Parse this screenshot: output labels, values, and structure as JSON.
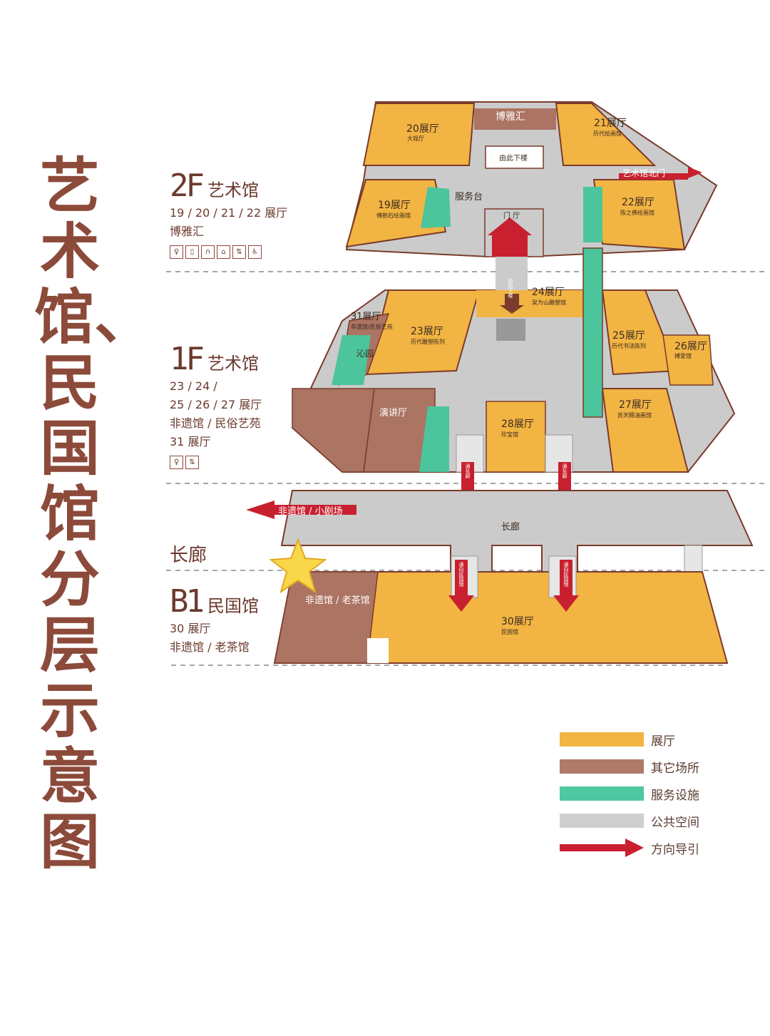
{
  "title_lines": [
    "艺术馆、",
    "民国馆分层示意图"
  ],
  "floors": {
    "f2": {
      "code": "2F",
      "name": "艺术馆",
      "lines": [
        "19 / 20 / 21 / 22 展厅",
        "博雅汇"
      ]
    },
    "f1": {
      "code": "1F",
      "name": "艺术馆",
      "lines": [
        "23 / 24 /",
        "25 / 26 / 27 展厅",
        "非遗馆 / 民俗艺苑",
        "31 展厅"
      ]
    },
    "corridor": {
      "name": "长廊"
    },
    "b1": {
      "code": "B1",
      "name": "民国馆",
      "lines": [
        "30 展厅",
        "非遗馆 / 老茶馆"
      ]
    }
  },
  "map_labels": {
    "h20": "20展厅",
    "h20s": "大观厅",
    "boyahui": "博雅汇",
    "h21": "21展厅",
    "h21s": "历代绘画馆",
    "downstairs": "由此下楼",
    "north_exit": "艺术馆北门",
    "h19": "19展厅",
    "h19s": "傅抱石绘画馆",
    "service": "服务台",
    "lobby": "门 厅",
    "h22": "22展厅",
    "h22s": "陈之佛绘画馆",
    "h24": "24展厅",
    "h24s": "吴为山雕塑馆",
    "down_arrow": "由此下楼",
    "h31": "31展厅",
    "h31s": "非遗馆/民俗艺苑",
    "h23": "23展厅",
    "h23s": "历代雕塑陈列",
    "h25": "25展厅",
    "h25s": "历代书法陈列",
    "h26": "26展厅",
    "h26s": "搏爱馆",
    "qinyuan": "沁园",
    "lecture": "演讲厅",
    "h28": "28展厅",
    "h28s": "珍宝馆",
    "h27": "27展厅",
    "h27s": "苏天赐油画馆",
    "to_corridor1": "通长廊",
    "to_corridor2": "通长廊",
    "to_intangible": "非遗馆 / 小剧场",
    "corridor": "长廊",
    "to_minguo1": "通向民国馆",
    "to_minguo2": "通向民国馆",
    "teahouse": "非遗馆 / 老茶馆",
    "h30": "30展厅",
    "h30s": "民国馆"
  },
  "legend": [
    {
      "label": "展厅",
      "color": "#f2b443"
    },
    {
      "label": "其它场所",
      "color": "#b07a68"
    },
    {
      "label": "服务设施",
      "color": "#4fc7a0"
    },
    {
      "label": "公共空间",
      "color": "#cfcfcf"
    },
    {
      "label": "方向导引",
      "color": "#c8202e"
    }
  ],
  "colors": {
    "hall": "#f2b443",
    "other": "#ac7462",
    "service": "#4cc49c",
    "public": "#cbcbcb",
    "arrow": "#c8202e",
    "wall": "#7a3b2b"
  }
}
